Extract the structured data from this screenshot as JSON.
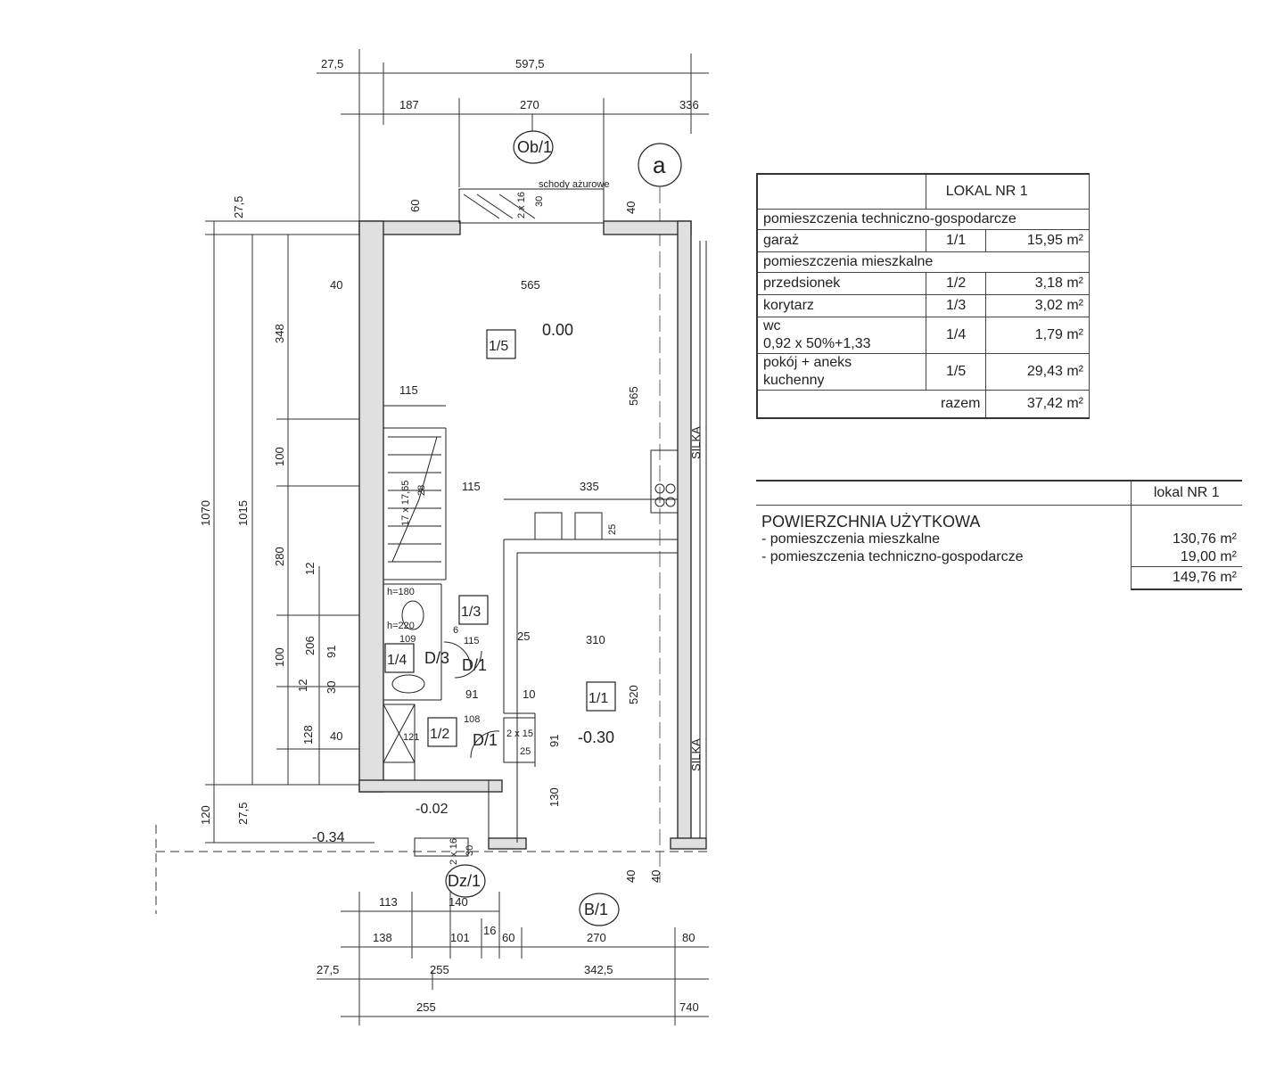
{
  "dimensions": {
    "top_1": [
      "27,5",
      "597,5"
    ],
    "top_2": [
      "187",
      "270",
      "336"
    ],
    "bottom_1": [
      "113",
      "140"
    ],
    "bottom_2": [
      "138",
      "101",
      "16",
      "60",
      "270",
      "80"
    ],
    "bottom_3": [
      "27,5",
      "255",
      "342,5"
    ],
    "bottom_4": [
      "255",
      "740"
    ],
    "left_outer": [
      "27,5",
      "1070",
      "1015",
      "120",
      "27,5"
    ],
    "left_inner": [
      "348",
      "100",
      "280",
      "100",
      "128",
      "40"
    ],
    "left_small": [
      "12",
      "206",
      "91",
      "12",
      "30"
    ],
    "interior": [
      "60",
      "40",
      "2 x 16",
      "30",
      "40",
      "565",
      "565",
      "115",
      "115",
      "335",
      "25",
      "310",
      "520",
      "25",
      "109",
      "115",
      "91",
      "10",
      "108",
      "121",
      "40",
      "2 x 15",
      "25",
      "91",
      "130",
      "40",
      "2 x 16",
      "30",
      "17 x 17,65",
      "28",
      "h=180",
      "h=220",
      "6"
    ]
  },
  "labels": {
    "axis_top": "Ob/1",
    "axis_bottom": "B/1",
    "axis_right": "a",
    "stairs": "schody ażurowe",
    "silka_1": "SILKA",
    "silka_2": "SILKA",
    "entrance": "Dz/1",
    "door_d3": "D/3",
    "door_d1a": "D/1",
    "door_d1b": "D/1"
  },
  "rooms": [
    "1/5",
    "1/3",
    "1/4",
    "1/2",
    "1/1"
  ],
  "levels": [
    "0.00",
    "-0.30",
    "-0.02",
    "-0.34"
  ],
  "area_table": {
    "header": "LOKAL NR 1",
    "section_technical": "pomieszczenia techniczno-gospodarcze",
    "section_living": "pomieszczenia mieszkalne",
    "rows": [
      {
        "name": "garaż",
        "code": "1/1",
        "area": "15,95 m²"
      },
      {
        "name": "przedsionek",
        "code": "1/2",
        "area": "3,18 m²"
      },
      {
        "name": "korytarz",
        "code": "1/3",
        "area": "3,02 m²"
      },
      {
        "name": "wc",
        "name2": "0,92 x 50%+1,33",
        "code": "1/4",
        "area": "1,79 m²"
      },
      {
        "name": "pokój + aneks",
        "name2": "kuchenny",
        "code": "1/5",
        "area": "29,43 m²"
      }
    ],
    "total_label": "razem",
    "total_area": "37,42 m²"
  },
  "usable_table": {
    "header": "lokal NR 1",
    "title": "POWIERZCHNIA UŻYTKOWA",
    "items": [
      {
        "label": "- pomieszczenia mieszkalne",
        "value": "130,76 m²"
      },
      {
        "label": "- pomieszczenia techniczno-gospodarcze",
        "value": "19,00 m²"
      }
    ],
    "total": "149,76 m²"
  },
  "colors": {
    "ink": "#222222",
    "wall_hatch": "#888888",
    "background": "#ffffff"
  }
}
